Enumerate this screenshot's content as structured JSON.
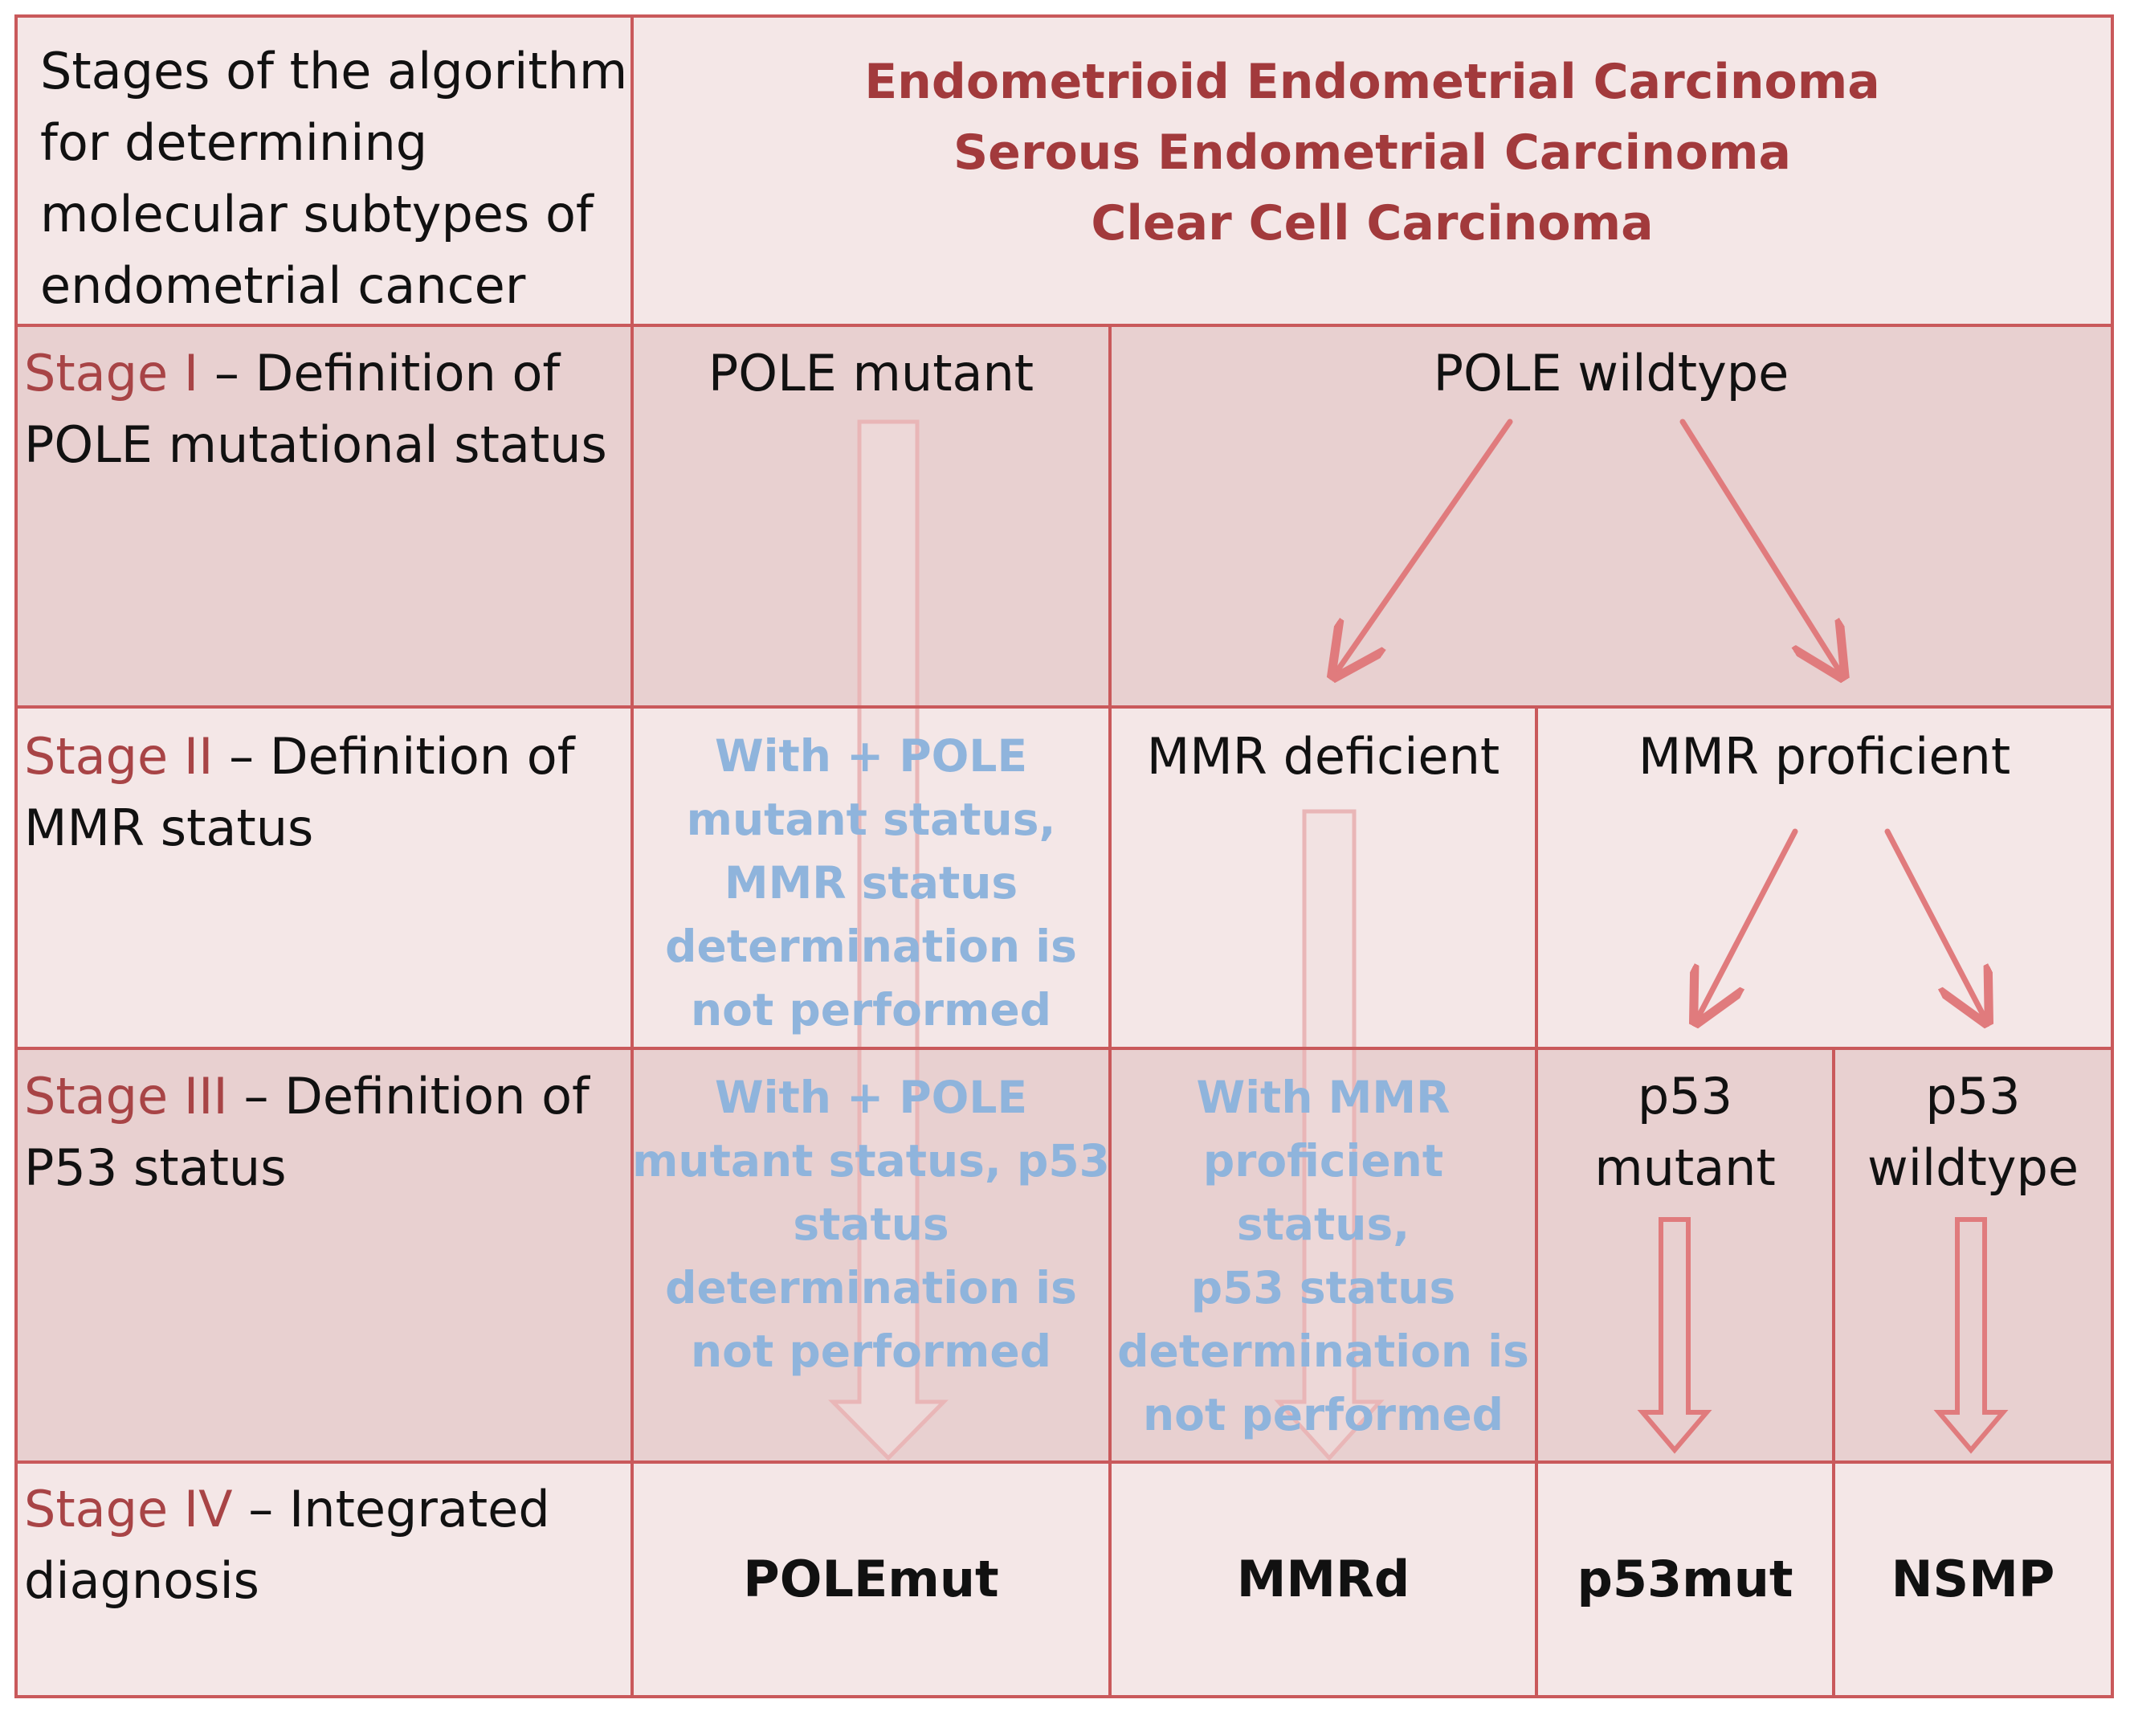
{
  "header": {
    "left_label": "Stages of the algorithm\nfor determining\nmolecular subtypes of\nendometrial cancer",
    "carcinomas": [
      "Endometrioid Endometrial Carcinoma",
      "Serous Endometrial Carcinoma",
      "Clear Cell Carcinoma"
    ]
  },
  "stages": [
    {
      "name": "Stage I",
      "rest": " – Definition of\nPOLE mutational status"
    },
    {
      "name": "Stage II",
      "rest": " – Definition of\nMMR status"
    },
    {
      "name": "Stage III",
      "rest": " – Definition of\nP53 status"
    },
    {
      "name": "Stage IV",
      "rest": " – Integrated\ndiagnosis"
    }
  ],
  "nodes": {
    "pole_mutant": "POLE mutant",
    "pole_wildtype": "POLE wildtype",
    "mmr_deficient": "MMR deficient",
    "mmr_proficient": "MMR proficient",
    "p53_mutant": "p53\nmutant",
    "p53_wildtype": "p53\nwildtype"
  },
  "notes": {
    "mmr_not_performed": "With + POLE\nmutant status,\nMMR status\ndetermination is\nnot performed",
    "p53_not_performed_pole": "With + POLE\nmutant status, p53\nstatus\ndetermination is\nnot performed",
    "p53_not_performed_mmr": "With MMR\nproficient status,\np53 status\ndetermination is\nnot performed"
  },
  "results": {
    "polemut": "POLEmut",
    "mmrd": "MMRd",
    "p53mut": "p53mut",
    "nsmp": "NSMP"
  },
  "colors": {
    "grid_line": "#c9595b",
    "stage_text": "#a84446",
    "carcinoma_text": "#a23a3c",
    "note_text": "#8fb4dc",
    "light_fill": "#f4e7e7",
    "dark_fill": "#e8d0d0",
    "arrow": "#e07b7d"
  }
}
